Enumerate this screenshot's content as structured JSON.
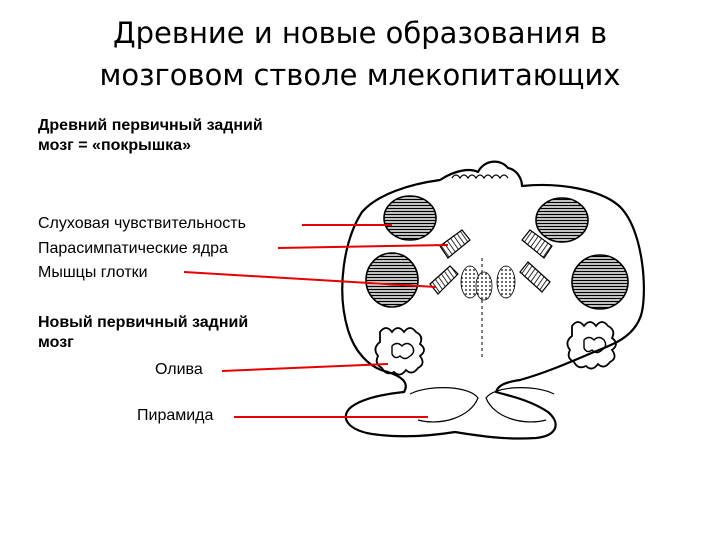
{
  "title": {
    "line1": "Древние и новые образования в",
    "line2": "мозговом стволе млекопитающих"
  },
  "sections": {
    "ancient": {
      "line1": "Древний первичный задний",
      "line2": "мозг = «покрышка»"
    },
    "new": {
      "line1": "Новый первичный задний",
      "line2": "мозг"
    }
  },
  "labels": {
    "auditory": "Слуховая чувствительность",
    "parasympathetic": "Парасимпатические ядра",
    "pharynx": "Мышцы глотки",
    "olive": "Олива",
    "pyramid": "Пирамида"
  },
  "colors": {
    "line": "#e60000",
    "ink": "#000000"
  }
}
